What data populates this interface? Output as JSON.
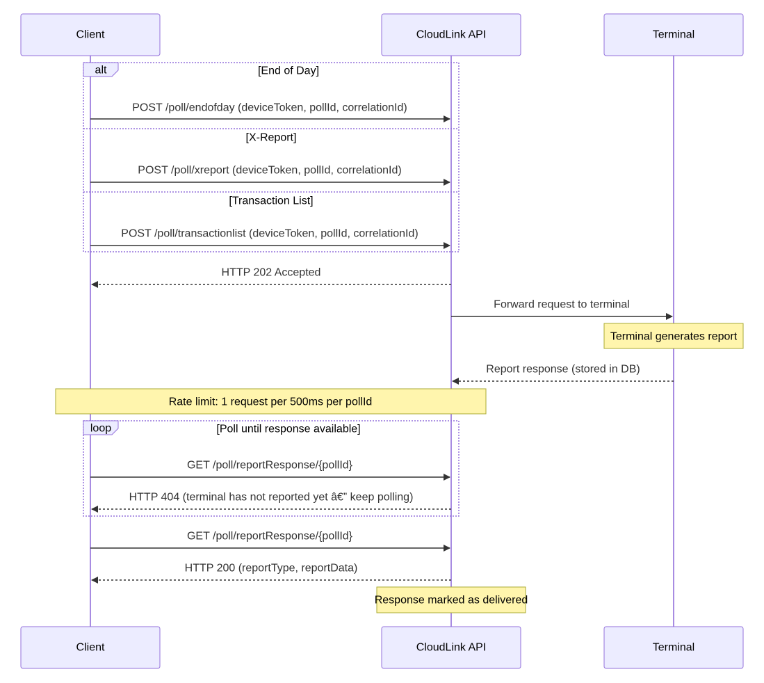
{
  "participants": [
    {
      "id": "client",
      "label": "Client"
    },
    {
      "id": "api",
      "label": "CloudLink API"
    },
    {
      "id": "terminal",
      "label": "Terminal"
    }
  ],
  "alt_block": {
    "keyword": "alt",
    "sections": [
      {
        "condition": "[End of Day]",
        "message": "POST /poll/endofday (deviceToken, pollId, correlationId)"
      },
      {
        "condition": "[X-Report]",
        "message": "POST /poll/xreport (deviceToken, pollId, correlationId)"
      },
      {
        "condition": "[Transaction List]",
        "message": "POST /poll/transactionlist (deviceToken, pollId, correlationId)"
      }
    ]
  },
  "messages": {
    "accepted": "HTTP 202 Accepted",
    "forward": "Forward request to terminal",
    "report_response": "Report response (stored in DB)",
    "final_get": "GET /poll/reportResponse/{pollId}",
    "final_200": "HTTP 200 (reportType, reportData)"
  },
  "notes": {
    "terminal_generates": "Terminal generates report",
    "rate_limit": "Rate limit: 1 request per 500ms per pollId",
    "delivered": "Response marked as delivered"
  },
  "loop_block": {
    "keyword": "loop",
    "condition": "[Poll until response available]",
    "get_message": "GET /poll/reportResponse/{pollId}",
    "not_found_message": "HTTP 404 (terminal has not reported yet â€” keep polling)"
  },
  "colors": {
    "actor_fill": "#ececff",
    "actor_border": "#9370db",
    "note_fill": "#fff5ad",
    "note_border": "#aaaa33",
    "arrow": "#333333"
  }
}
